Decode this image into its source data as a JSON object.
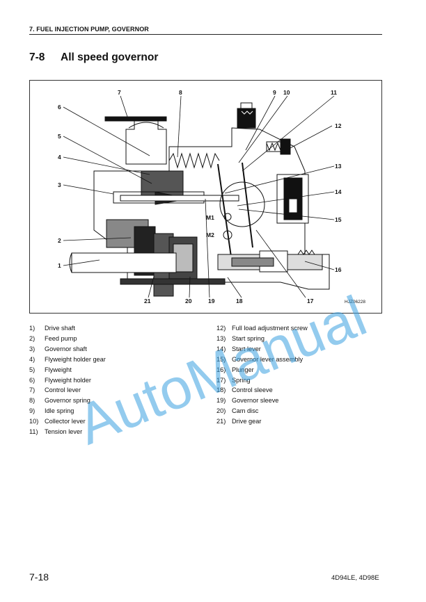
{
  "header": {
    "section": "7. FUEL INJECTION PUMP, GOVERNOR"
  },
  "title": {
    "number": "7-8",
    "text": "All speed governor"
  },
  "figure": {
    "code": "HJZ06228",
    "callouts": [
      "1",
      "2",
      "3",
      "4",
      "5",
      "6",
      "7",
      "8",
      "9",
      "10",
      "11",
      "12",
      "13",
      "14",
      "15",
      "16",
      "17",
      "18",
      "19",
      "20",
      "21"
    ],
    "marks": {
      "m1": "M1",
      "m2": "M2"
    }
  },
  "legend": {
    "left": [
      {
        "num": "1)",
        "label": "Drive shaft"
      },
      {
        "num": "2)",
        "label": "Feed pump"
      },
      {
        "num": "3)",
        "label": "Governor shaft"
      },
      {
        "num": "4)",
        "label": "Flyweight holder gear"
      },
      {
        "num": "5)",
        "label": "Flyweight"
      },
      {
        "num": "6)",
        "label": "Flyweight holder"
      },
      {
        "num": "7)",
        "label": "Control lever"
      },
      {
        "num": "8)",
        "label": "Governor spring"
      },
      {
        "num": "9)",
        "label": "Idle spring"
      },
      {
        "num": "10)",
        "label": "Collector lever"
      },
      {
        "num": "11)",
        "label": "Tension lever"
      }
    ],
    "right": [
      {
        "num": "12)",
        "label": "Full load adjustment screw"
      },
      {
        "num": "13)",
        "label": "Start spring"
      },
      {
        "num": "14)",
        "label": "Start lever"
      },
      {
        "num": "15)",
        "label": "Governor lever assembly"
      },
      {
        "num": "16)",
        "label": "Plunger"
      },
      {
        "num": "17)",
        "label": "Spring"
      },
      {
        "num": "18)",
        "label": "Control sleeve"
      },
      {
        "num": "19)",
        "label": "Governor sleeve"
      },
      {
        "num": "20)",
        "label": "Cam disc"
      },
      {
        "num": "21)",
        "label": "Drive gear"
      }
    ]
  },
  "footer": {
    "page": "7-18",
    "models": "4D94LE, 4D98E"
  },
  "watermark": {
    "text": "AutoManual",
    "color": "#3aa0e0"
  }
}
